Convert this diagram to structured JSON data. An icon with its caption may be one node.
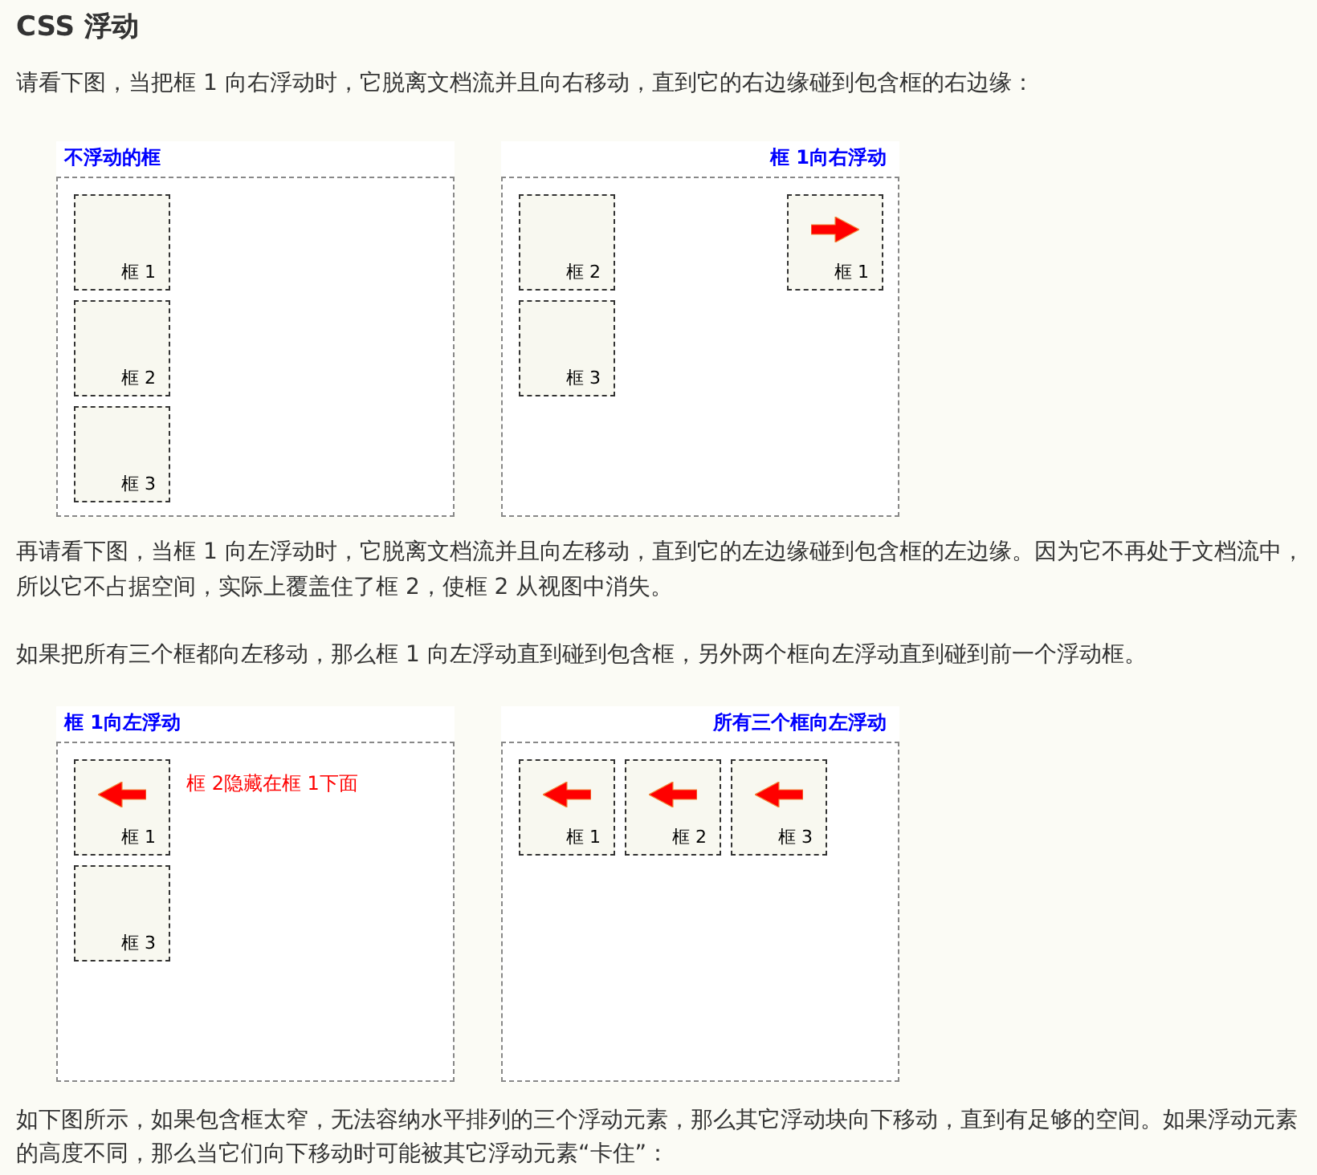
{
  "diagram": {
    "title": "CSS 浮动",
    "nodes": [
      {
        "text": [
          "不浮动的框"
        ]
      },
      {
        "text": [
          "框 1"
        ],
        "in": 0
      },
      {
        "text": [
          "框 2"
        ],
        "in": 0
      },
      {
        "text": [
          "框 3"
        ],
        "in": 0
      },
      {
        "text": [
          "框 1向右浮动"
        ]
      },
      {
        "text": [
          "框 2"
        ],
        "in": 4
      },
      {
        "text": [
          "框 1"
        ],
        "in": 4
      },
      {
        "text": [
          "框 3"
        ],
        "in": 4
      },
      {
        "text": [
          "框 1向左浮动"
        ]
      },
      {
        "text": [
          "框 1"
        ],
        "in": 8,
        "beside": [
          "框 2隐藏在框 1下面"
        ]
      },
      {
        "text": [
          "框 3"
        ],
        "in": 8
      },
      {
        "text": [
          "所有三个框向左浮动"
        ]
      },
      {
        "text": [
          "框 1"
        ],
        "in": 11
      },
      {
        "text": [
          "框 2"
        ],
        "in": 11
      },
      {
        "text": [
          "框 3"
        ],
        "in": 11
      }
    ],
    "edges": [],
    "labels": [
      "请看下图，当把框 1 向右浮动时，它脱离文档流并且向右移动，直到它的右边缘碰到包含框的右边缘：",
      "再请看下图，当框 1 向左浮动时，它脱离文档流并且向左移动，直到它的左边缘碰到包含框的左边缘。因为它不再处于文档流中，所以它不占据空间，实际上覆盖住了框 2，使框 2 从视图中消失。",
      "如果把所有三个框都向左移动，那么框 1 向左浮动直到碰到包含框，另外两个框向左浮动直到碰到前一个浮动框。",
      "如下图所示，如果包含框太窄，无法容纳水平排列的三个浮动元素，那么其它浮动块向下移动，直到有足够的空间。如果浮动元素的高度不同，那么当它们向下移动时可能被其它浮动元素“卡住”："
    ]
  }
}
